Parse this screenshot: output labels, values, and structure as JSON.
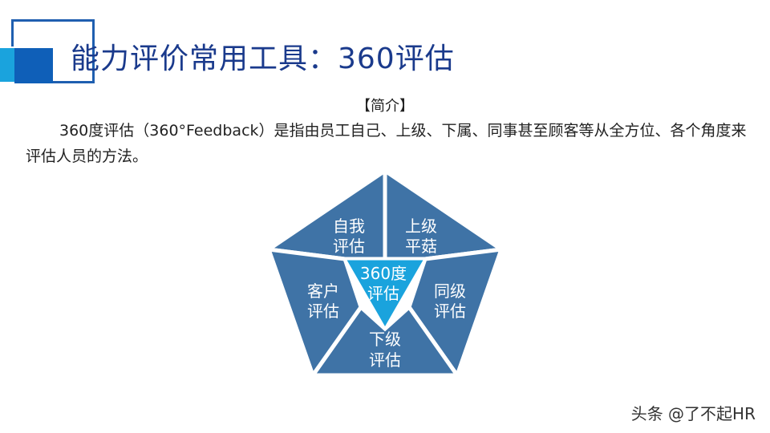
{
  "slide": {
    "title": "能力评价常用工具：360评估",
    "heading": "【简介】",
    "description": "360度评估（360°Feedback）是指由员工自己、上级、下属、同事甚至顾客等从全方位、各个角度来评估人员的方法。"
  },
  "diagram": {
    "center": [
      "360度",
      "评估"
    ],
    "segments": {
      "top_left": [
        "自我",
        "评估"
      ],
      "top_right": [
        "上级",
        "平菇"
      ],
      "right": [
        "同级",
        "评估"
      ],
      "bottom": [
        "下级",
        "评估"
      ],
      "left": [
        "客户",
        "评估"
      ]
    },
    "colors": {
      "segment_fill": "#3f73a6",
      "center_fill": "#1aa3dd",
      "accent": "#1f86d6"
    }
  },
  "watermark": "头条 @了不起HR"
}
